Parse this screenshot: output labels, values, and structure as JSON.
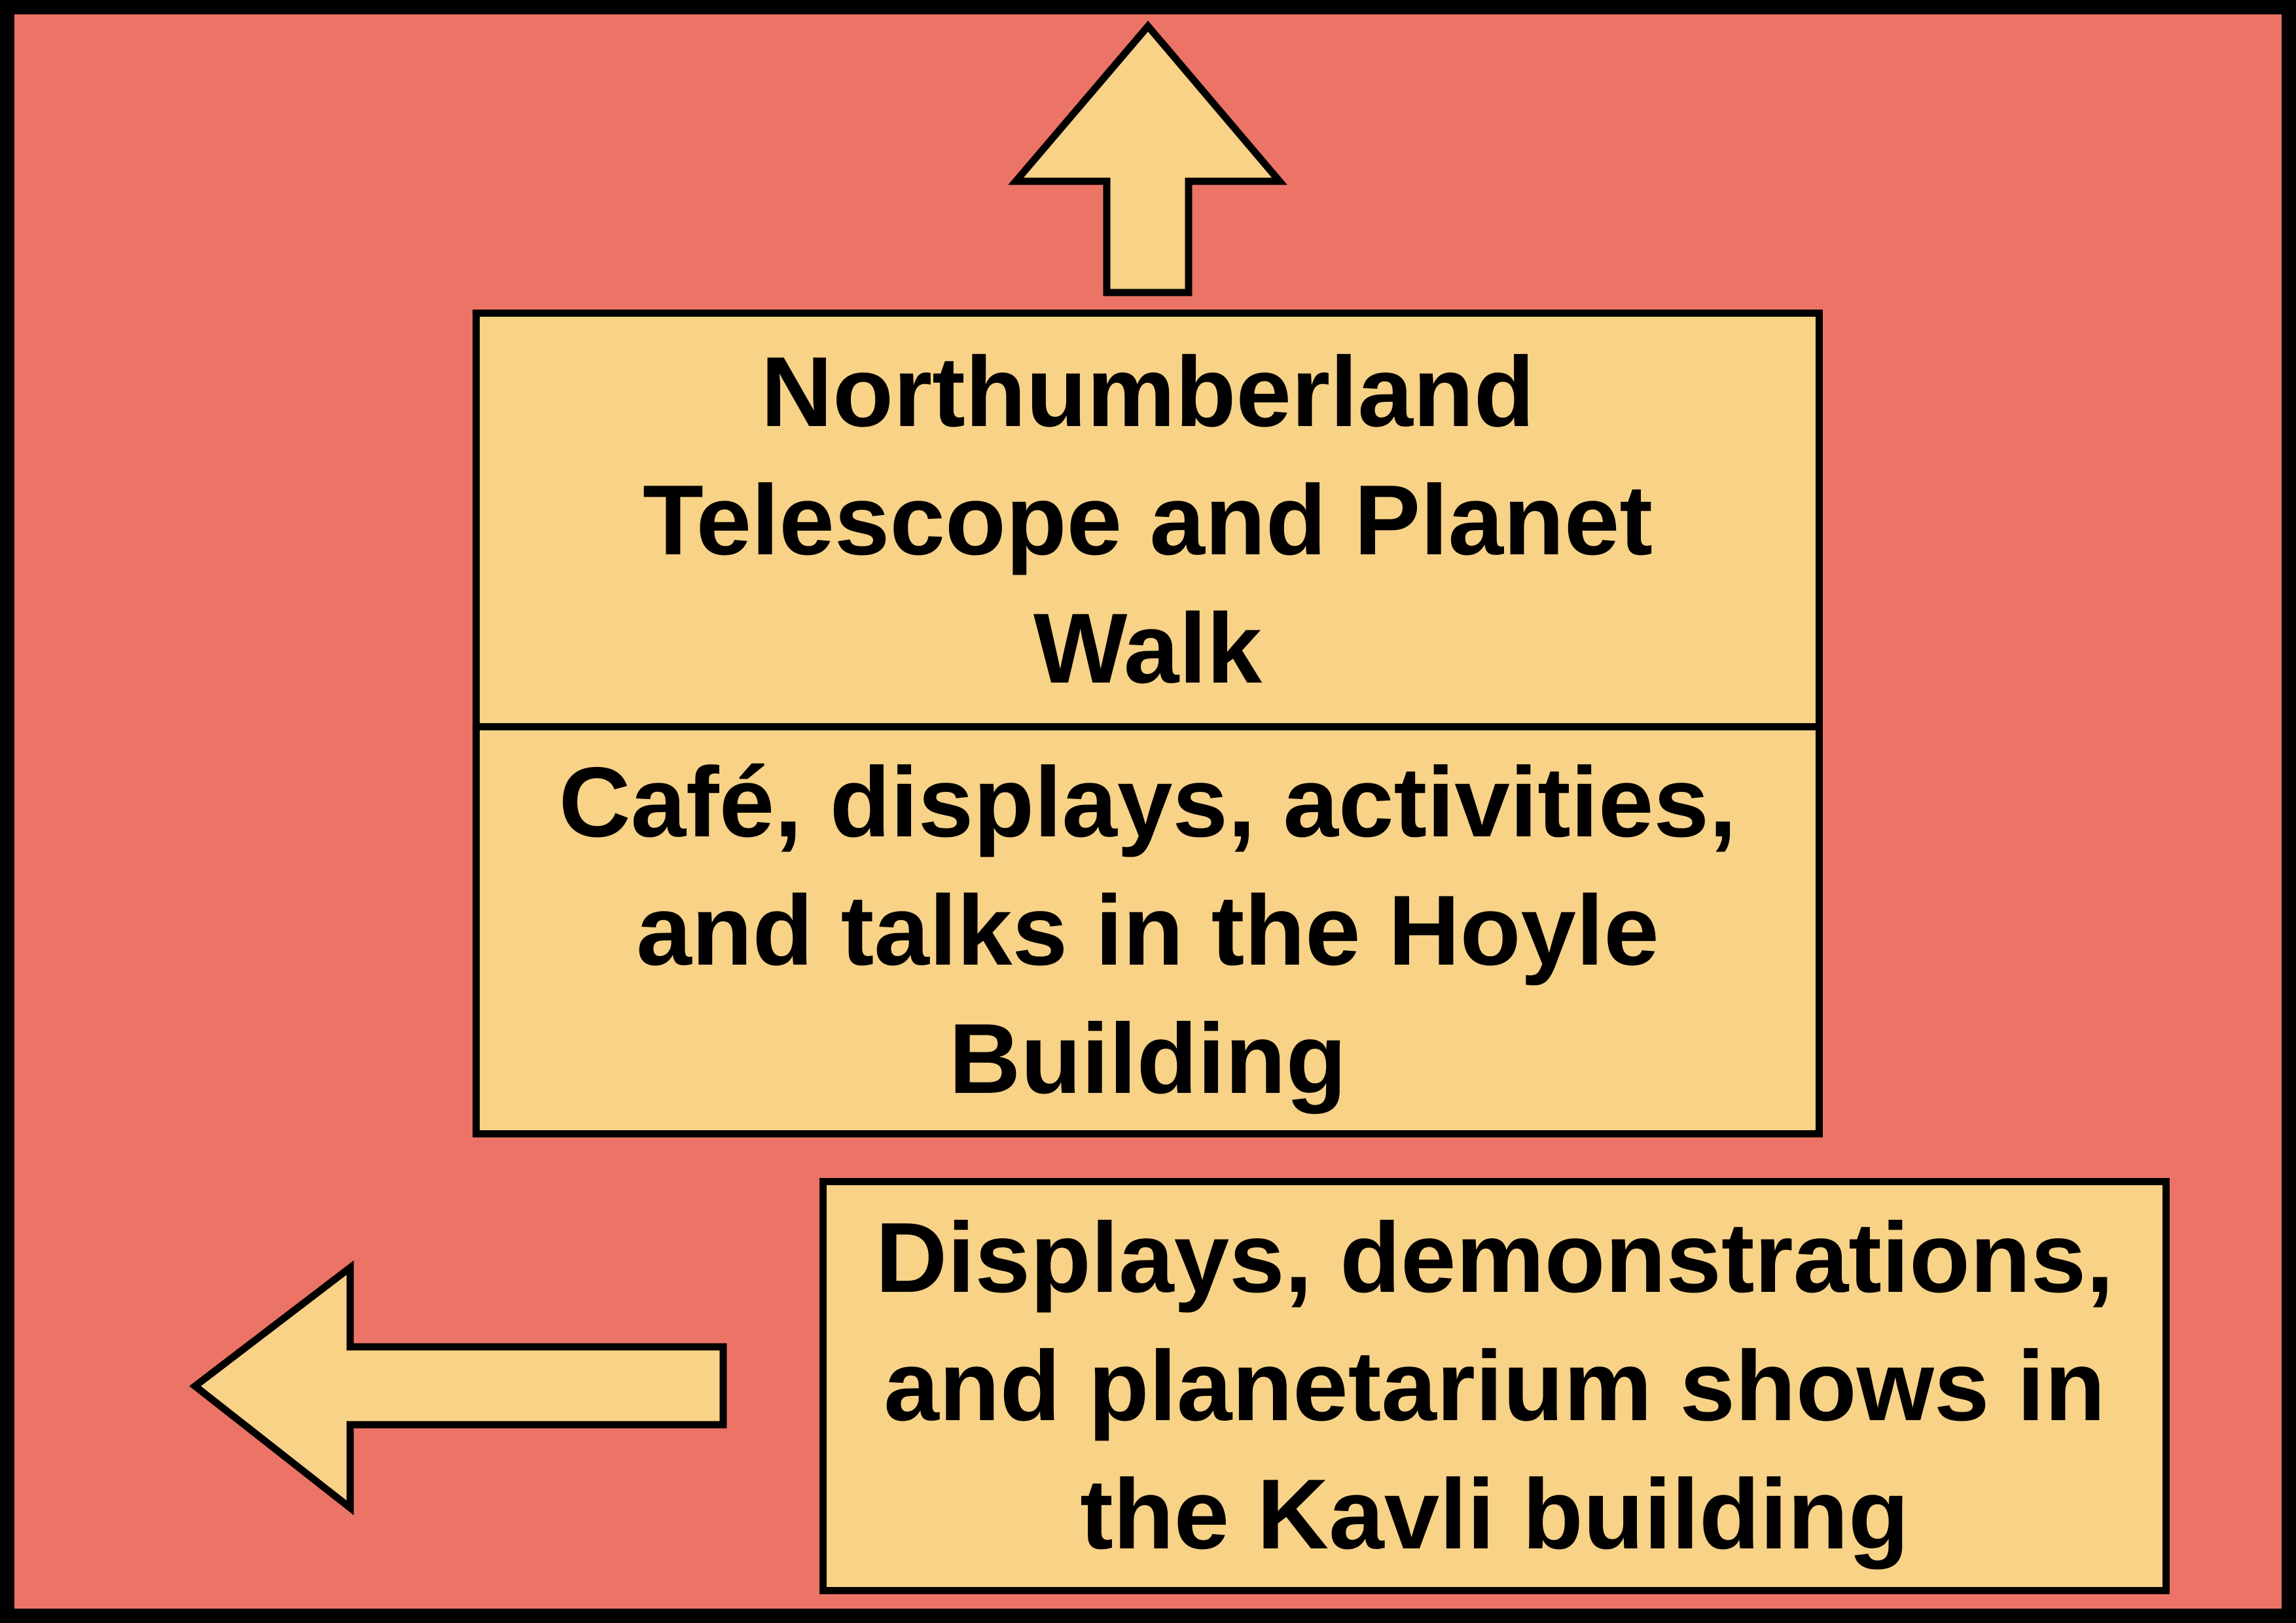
{
  "colors": {
    "background": "#EC7467",
    "box_fill": "#F7D287",
    "border": "#000000"
  },
  "directions": {
    "up": {
      "icon": "arrow-up-icon",
      "title_lines": [
        "Northumberland",
        "Telescope and Planet",
        "Walk"
      ],
      "sub_lines": [
        "Café, displays, activities,",
        "and talks in the Hoyle",
        "Building"
      ]
    },
    "left": {
      "icon": "arrow-left-icon",
      "lines": [
        "Displays, demonstrations,",
        "and planetarium shows in",
        "the Kavli building"
      ]
    }
  }
}
